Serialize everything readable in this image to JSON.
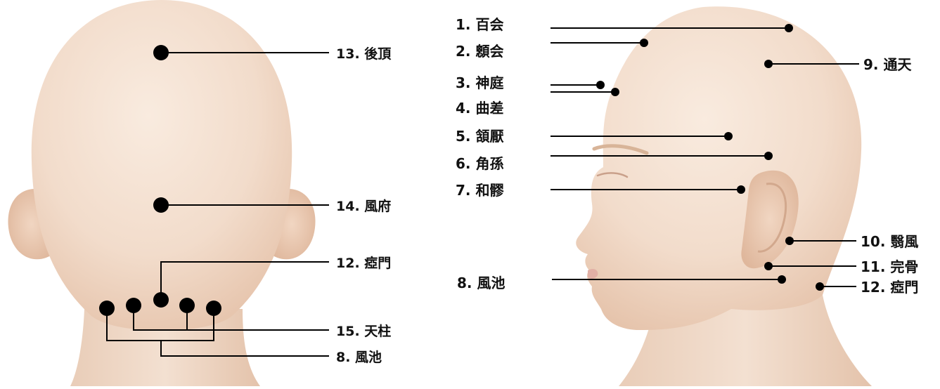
{
  "colors": {
    "skin_light": "#f6e3d4",
    "skin_mid": "#efd3be",
    "skin_shadow": "#d9b39a",
    "lip": "#e2b0a6",
    "brow": "#d8b498",
    "point": "#000000",
    "line": "#000000"
  },
  "back_view": {
    "labels": {
      "p13": "13. 後頂",
      "p14": "14. 風府",
      "p12": "12. 瘂門",
      "p15": "15. 天柱",
      "p8": "8. 風池"
    }
  },
  "side_view": {
    "labels": {
      "p1": "1. 百会",
      "p2": "2. 顖会",
      "p3": "3. 神庭",
      "p4": "4. 曲差",
      "p5": "5. 頷厭",
      "p6": "6. 角孫",
      "p7": "7. 和髎",
      "p8": "8. 風池",
      "p9": "9. 通天",
      "p10": "10. 翳風",
      "p11": "11. 完骨",
      "p12": "12. 瘂門"
    }
  }
}
